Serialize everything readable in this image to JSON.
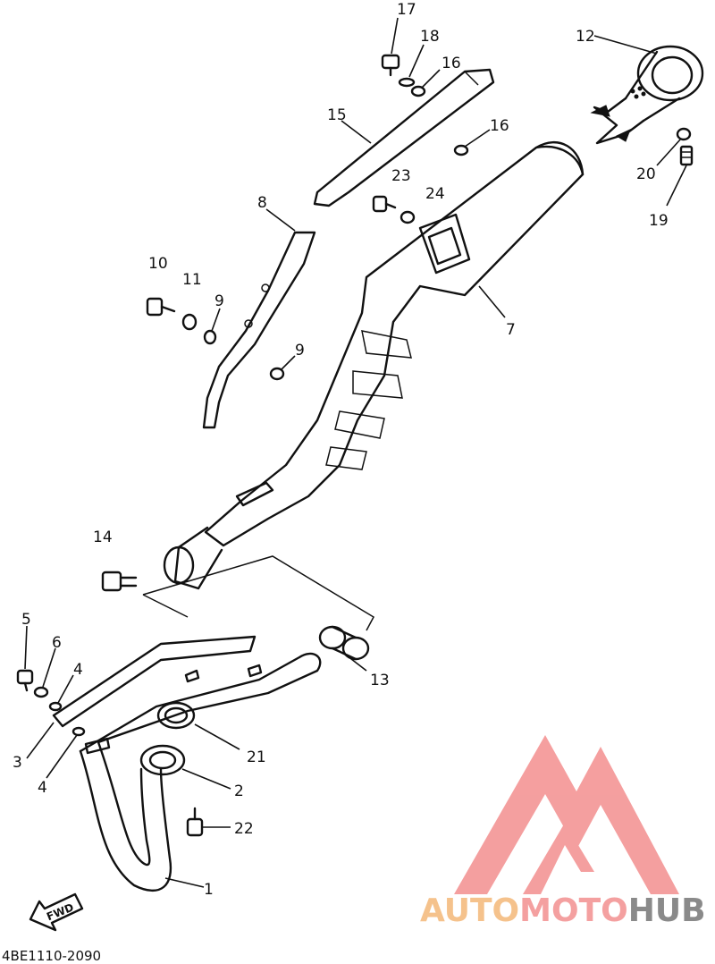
{
  "diagram": {
    "part_numbers": [
      "1",
      "2",
      "3",
      "4",
      "4",
      "5",
      "6",
      "7",
      "8",
      "9",
      "9",
      "10",
      "11",
      "12",
      "13",
      "14",
      "15",
      "16",
      "16",
      "17",
      "18",
      "19",
      "20",
      "21",
      "22",
      "23",
      "24"
    ],
    "fwd_label": "FWD",
    "drawing_code": "4BE1110-2090"
  },
  "watermark": {
    "brand_part1": "AUTO",
    "brand_part2": "MOTO",
    "brand_part3": "HUB",
    "colors": {
      "part1": "#f5c28c",
      "part2": "#f4a0a0",
      "part3": "#8a8a8a",
      "logo": "#f49a9a"
    }
  }
}
